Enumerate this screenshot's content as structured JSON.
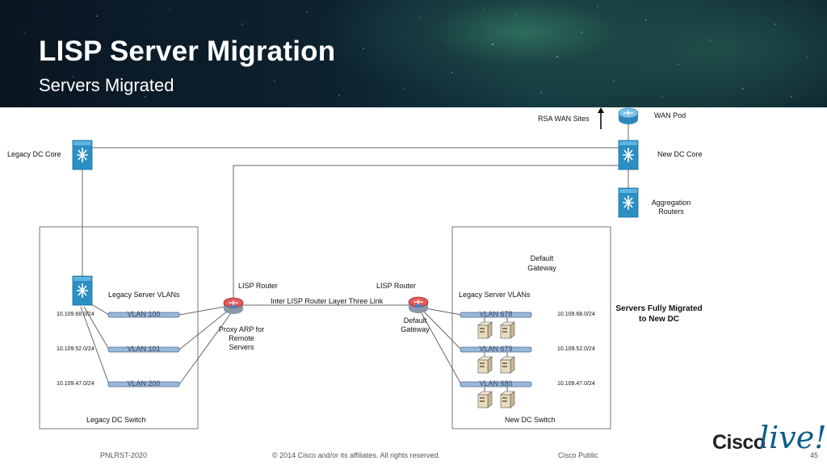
{
  "header": {
    "title": "LISP Server Migration",
    "subtitle": "Servers Migrated"
  },
  "labels": {
    "rsa_wan_sites": "RSA WAN Sites",
    "wan_pod": "WAN Pod",
    "legacy_dc_core": "Legacy DC Core",
    "new_dc_core": "New DC Core",
    "aggregation_routers": "Aggregation Routers",
    "default_gateway_top": "Default Gateway",
    "lisp_router_left": "LISP Router",
    "lisp_router_right": "LISP Router",
    "legacy_server_vlans_left": "Legacy Server VLANs",
    "legacy_server_vlans_right": "Legacy Server VLANs",
    "inter_link": "Inter LISP Router Layer Three Link",
    "proxy_arp": "Proxy ARP for Remote Servers",
    "default_gateway_router": "Default Gateway",
    "servers_fully_migrated": "Servers Fully Migrated to New DC",
    "legacy_dc_switch": "Legacy DC Switch",
    "new_dc_switch": "New DC Switch"
  },
  "legacy_vlans": [
    {
      "name": "VLAN 100",
      "subnet": "10.109.68.0/24"
    },
    {
      "name": "VLAN 101",
      "subnet": "10.109.52.0/24"
    },
    {
      "name": "VLAN 200",
      "subnet": "10.109.47.0/24"
    }
  ],
  "new_vlans": [
    {
      "name": "VLAN 678",
      "subnet": "10.109.68.0/24"
    },
    {
      "name": "VLAN 679",
      "subnet": "10.109.52.0/24"
    },
    {
      "name": "VLAN 680",
      "subnet": "10.109.47.0/24"
    }
  ],
  "footer": {
    "code": "PNLRST-2020",
    "copyright": "© 2014 Cisco and/or its affiliates. All rights reserved.",
    "classification": "Cisco Public",
    "page": "45"
  },
  "brand": {
    "cisco": "Cisco",
    "live": "live!"
  },
  "colors": {
    "switch_blue": "#2a8fc4",
    "router_blue": "#3a9fd0",
    "vlan_bar": "#9bb7d8",
    "server_tan": "#e8dcc0"
  }
}
